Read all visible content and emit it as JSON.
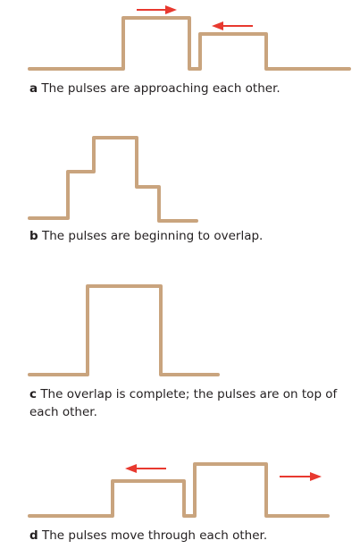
{
  "colors": {
    "pulse": "#c9a47e",
    "arrow": "#e8392f",
    "text": "#231f20"
  },
  "panels": [
    {
      "letter": "a",
      "caption": "The pulses are approaching each other.",
      "arrows": [
        "right",
        "left"
      ]
    },
    {
      "letter": "b",
      "caption": "The pulses are beginning to overlap.",
      "arrows": []
    },
    {
      "letter": "c",
      "caption": "The overlap is complete; the pulses are on top of each other.",
      "arrows": []
    },
    {
      "letter": "d",
      "caption": "The pulses move through each other.",
      "arrows": [
        "left",
        "right"
      ]
    }
  ]
}
